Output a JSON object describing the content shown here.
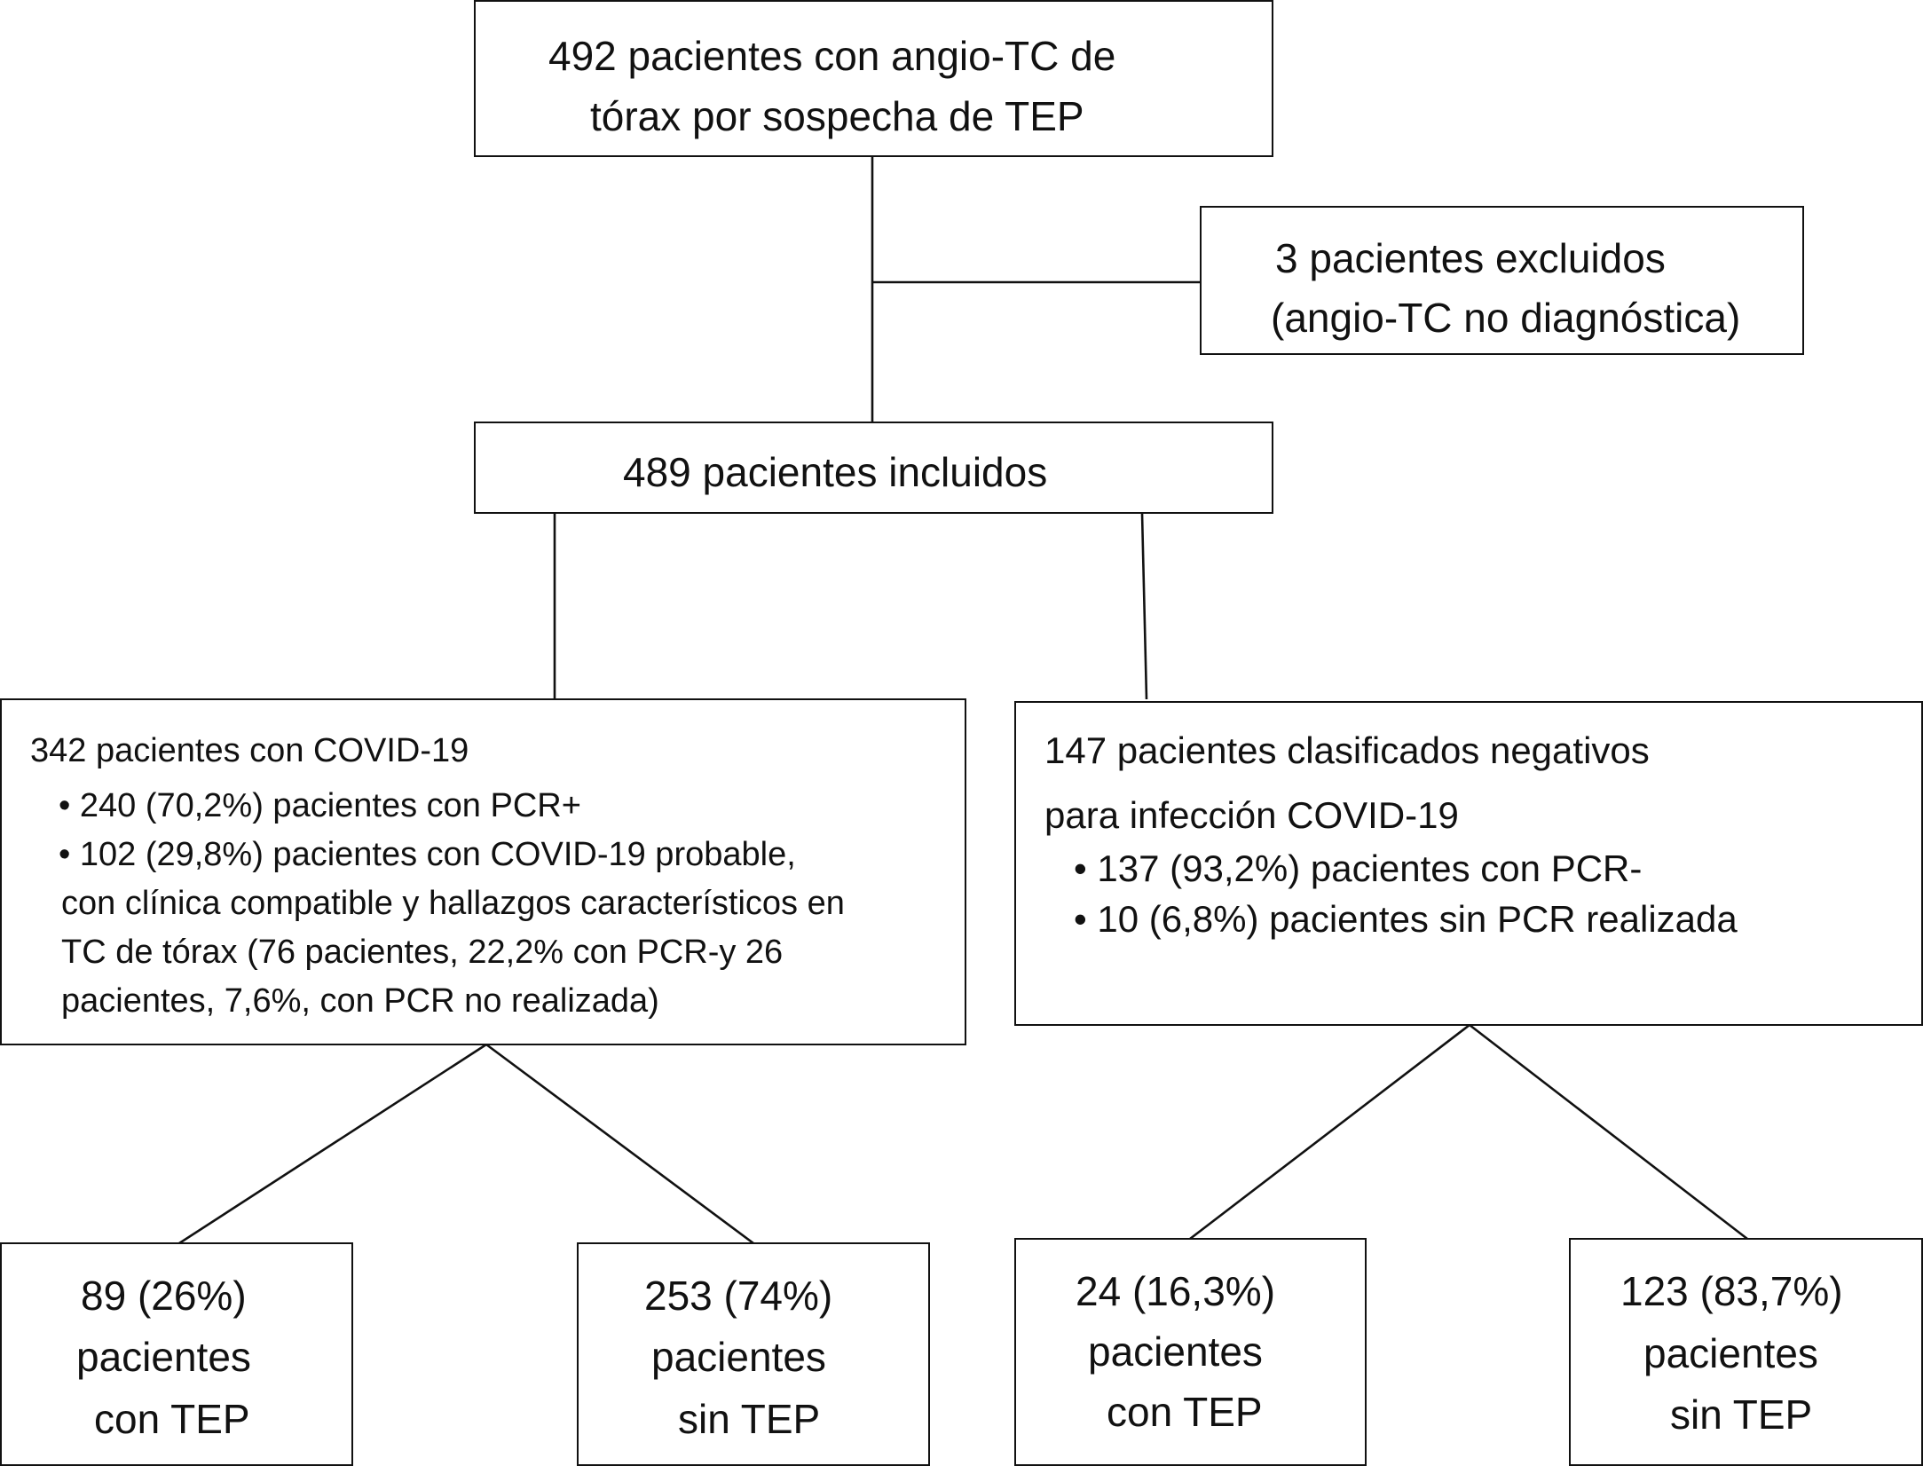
{
  "boxes": {
    "screened": {
      "lines": [
        "492 pacientes con angio-TC de",
        "tórax por sospecha de TEP"
      ]
    },
    "excluded": {
      "lines": [
        "3 pacientes excluidos",
        "(angio-TC no diagnóstica)"
      ]
    },
    "included": {
      "lines": [
        "489 pacientes incluidos"
      ]
    },
    "covid": {
      "lines": [
        "342 pacientes con COVID-19",
        "• 240 (70,2%) pacientes con PCR+",
        "• 102 (29,8%) pacientes con COVID-19 probable,",
        "con clínica compatible y hallazgos característicos en",
        "TC de tórax (76 pacientes, 22,2% con PCR-y 26",
        "pacientes, 7,6%, con PCR no realizada)"
      ]
    },
    "negative": {
      "lines": [
        "147 pacientes clasificados negativos",
        "para infección COVID-19",
        "• 137 (93,2%) pacientes con PCR-",
        "• 10 (6,8%) pacientes sin PCR realizada"
      ]
    },
    "covid_tep": {
      "lines": [
        "89 (26%)",
        "pacientes",
        "con TEP"
      ]
    },
    "covid_no_tep": {
      "lines": [
        "253 (74%)",
        "pacientes",
        "sin TEP"
      ]
    },
    "neg_tep": {
      "lines": [
        "24 (16,3%)",
        "pacientes",
        "con TEP"
      ]
    },
    "neg_no_tep": {
      "lines": [
        "123 (83,7%)",
        "pacientes",
        "sin TEP"
      ]
    }
  }
}
